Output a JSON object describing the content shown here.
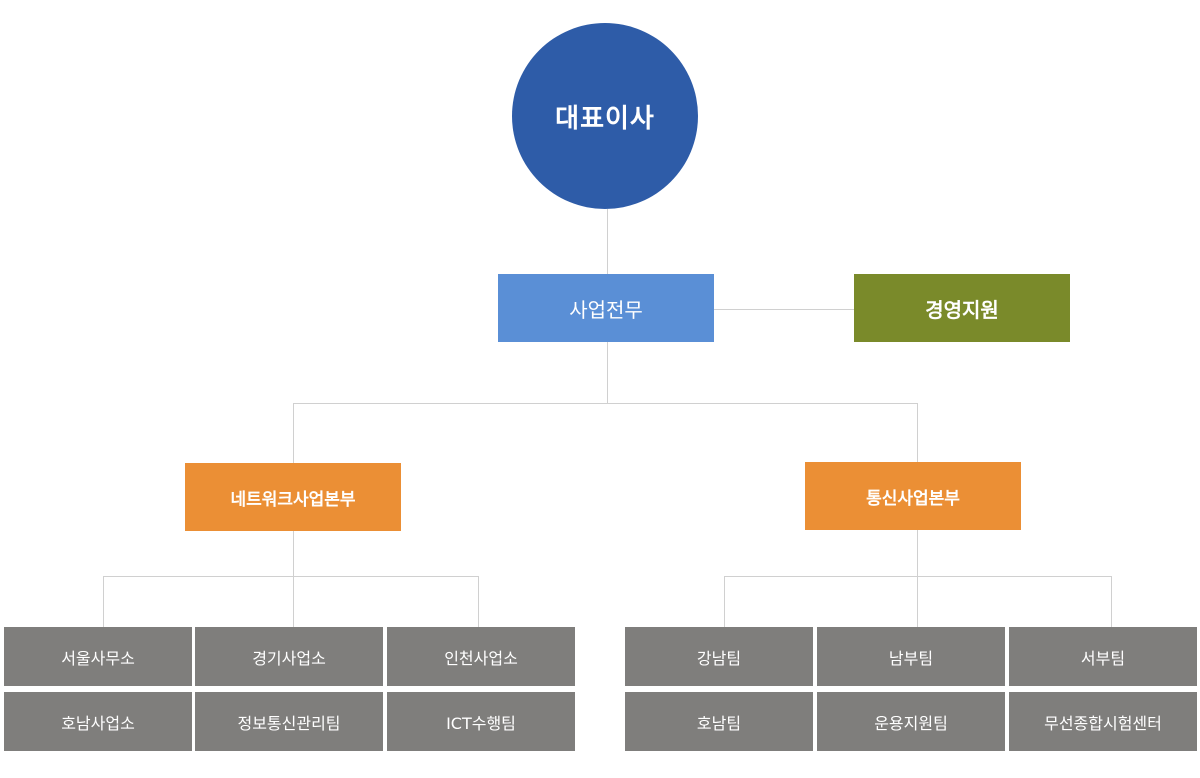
{
  "ceo": "대표이사",
  "executive": "사업전무",
  "management_support": "경영지원",
  "divisions": [
    {
      "name": "네트워크사업본부",
      "teams": [
        "서울사무소",
        "경기사업소",
        "인천사업소",
        "호남사업소",
        "정보통신관리팀",
        "ICT수행팀"
      ]
    },
    {
      "name": "통신사업본부",
      "teams": [
        "강남팀",
        "남부팀",
        "서부팀",
        "호남팀",
        "운용지원팀",
        "무선종합시험센터"
      ]
    }
  ],
  "colors": {
    "ceo": "#2e5ca8",
    "executive": "#5a8fd6",
    "management_support": "#7a8a2a",
    "division": "#eb8f35",
    "team": "#7f7e7c",
    "connector": "#d0d0d0"
  }
}
